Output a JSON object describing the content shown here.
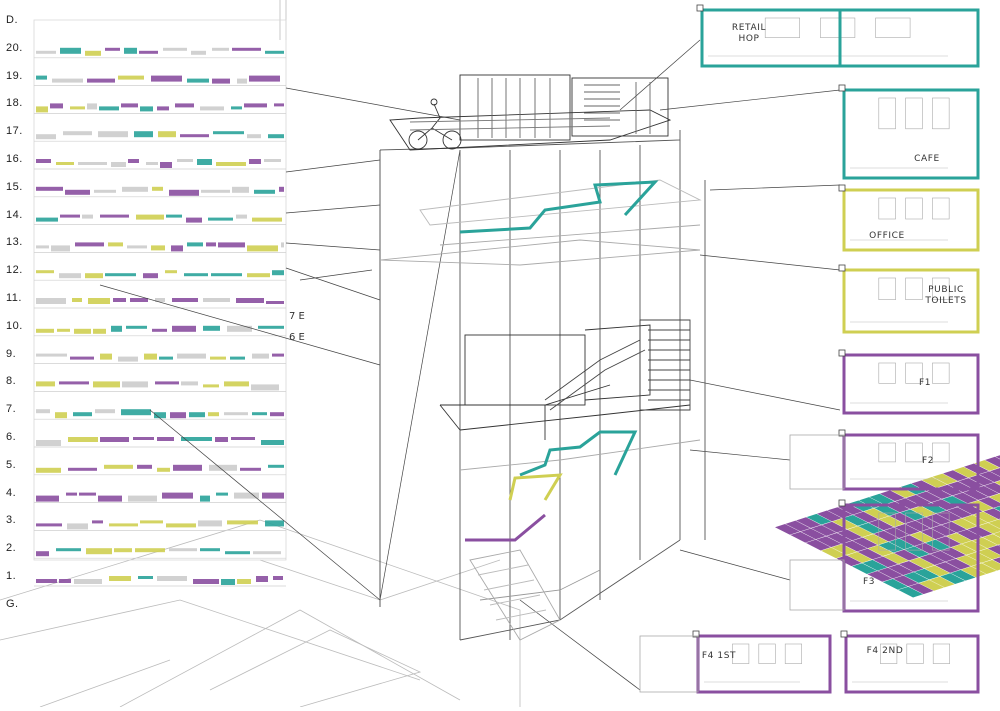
{
  "colors": {
    "teal": "#2aa39a",
    "yellow": "#cfcf52",
    "purple": "#8a4fa0",
    "line": "#555555",
    "light": "#c8c8c8"
  },
  "tower": {
    "floors": [
      "D.",
      "20.",
      "19.",
      "18.",
      "17.",
      "16.",
      "15.",
      "14.",
      "13.",
      "12.",
      "11.",
      "10.",
      "9.",
      "8.",
      "7.",
      "6.",
      "5.",
      "4.",
      "3.",
      "2.",
      "1.",
      "G."
    ]
  },
  "section": {
    "level_tags": [
      "7 E",
      "6 E"
    ]
  },
  "plans": [
    {
      "id": "retail",
      "label": "RETAIL\nHOP",
      "color": "teal"
    },
    {
      "id": "cafe",
      "label": "CAFE",
      "color": "teal"
    },
    {
      "id": "office",
      "label": "OFFICE",
      "color": "yellow"
    },
    {
      "id": "toilets",
      "label": "PUBLIC\nTOILETS",
      "color": "yellow"
    },
    {
      "id": "f1",
      "label": "F1",
      "color": "purple"
    },
    {
      "id": "f2",
      "label": "F2",
      "color": "purple"
    },
    {
      "id": "f3",
      "label": "F3",
      "color": "purple"
    },
    {
      "id": "f4-1st",
      "label": "F4 1ST",
      "color": "purple"
    },
    {
      "id": "f4-2nd",
      "label": "F4 2ND",
      "color": "purple"
    }
  ]
}
